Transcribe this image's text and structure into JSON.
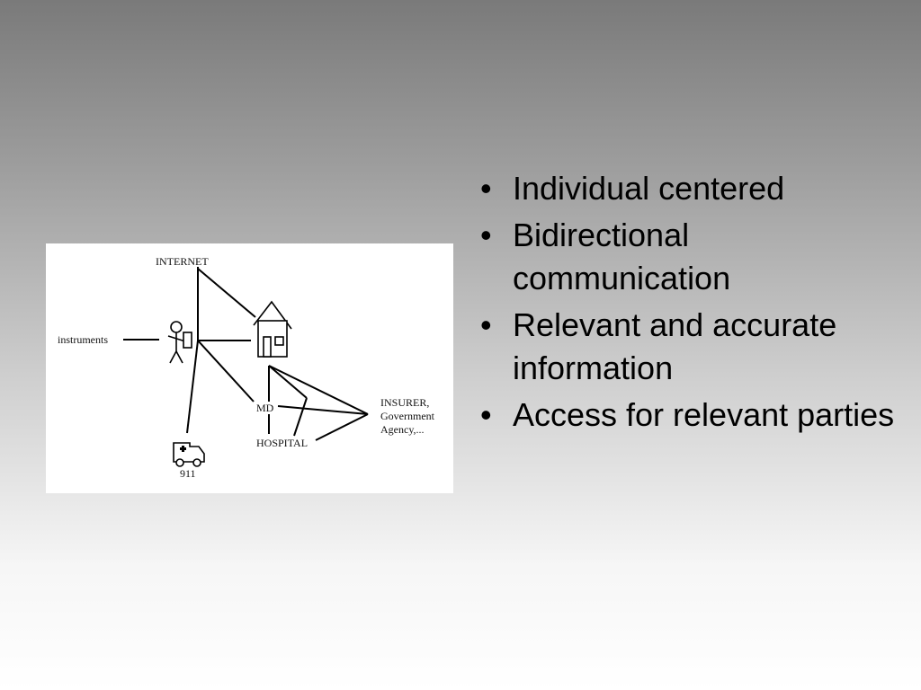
{
  "diagram": {
    "nodes": {
      "internet": "INTERNET",
      "instruments": "instruments",
      "md": "MD",
      "hospital": "HOSPITAL",
      "insurer_line1": "INSURER,",
      "insurer_line2": "Government",
      "insurer_line3": "Agency,...",
      "emergency": "911"
    },
    "icons": [
      "person-icon",
      "house-icon",
      "ambulance-icon"
    ]
  },
  "bullets": [
    {
      "text": "Individual centered"
    },
    {
      "text": "Bidirectional communication"
    },
    {
      "text": "Relevant and accurate information"
    },
    {
      "text": "Access for relevant parties"
    }
  ]
}
